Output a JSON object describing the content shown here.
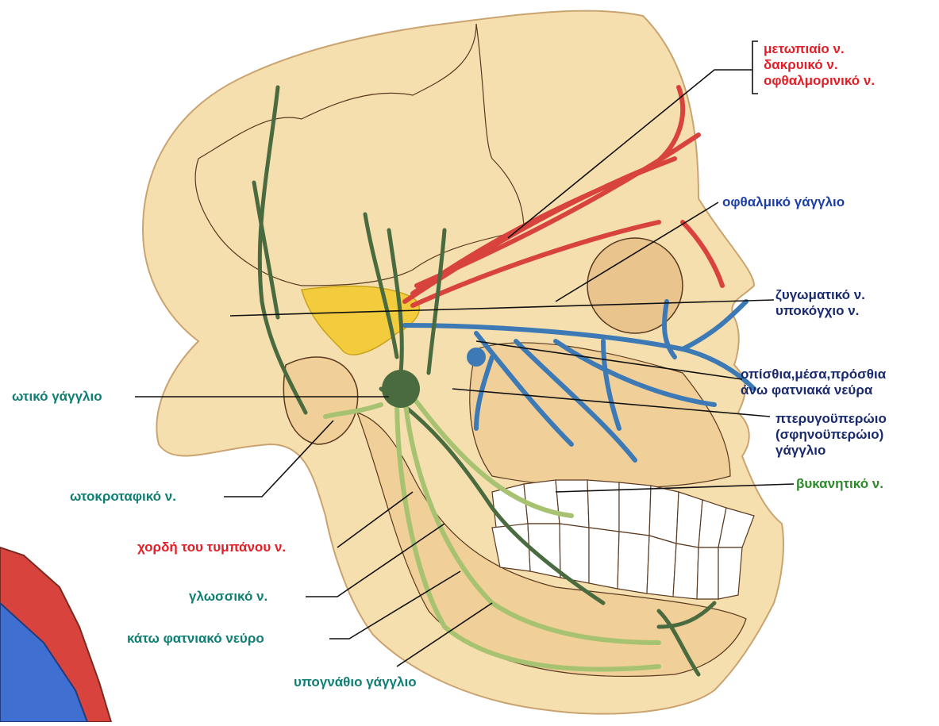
{
  "colors": {
    "skin": "#f6dfae",
    "skin_shade": "#e9c48c",
    "nerve_red": "#d8433d",
    "nerve_blue": "#3d7ab5",
    "nerve_dark_green": "#4a6b3f",
    "nerve_light_green": "#a7c270",
    "ganglion_yellow": "#f2cc3c",
    "outline": "#5a3a20"
  },
  "labels": {
    "frontal_group": {
      "line1": "μετωπιαίο ν.",
      "line2": "δακρυικό ν.",
      "line3": "οφθαλμορινικό ν."
    },
    "ciliary_ganglion": "οφθαλμικό γάγγλιο",
    "zygomatic_group": {
      "line1": "ζυγωματικό ν.",
      "line2": "υποκόγχιο ν."
    },
    "alveolar_group": {
      "line1": "οπίσθια,μέσα,πρόσθια",
      "line2": "άνω φατνιακά νεύρα"
    },
    "pterygopalatine_group": {
      "line1": "πτερυγοϋπερώιο",
      "line2": "(σφηνοϋπερώιο)",
      "line3": "γάγγλιο"
    },
    "otic_ganglion": "ωτικό γάγγλιο",
    "buccal_nerve": "βυκανητικό ν.",
    "auriculotemporal": "ωτοκροταφικό ν.",
    "chorda_tympani": "χορδή του τυμπάνου ν.",
    "lingual_nerve": "γλωσσικό ν.",
    "inferior_alveolar": "κάτω φατνιακό νεύρο",
    "submandibular_ganglion": "υπογνάθιο γάγγλιο"
  }
}
